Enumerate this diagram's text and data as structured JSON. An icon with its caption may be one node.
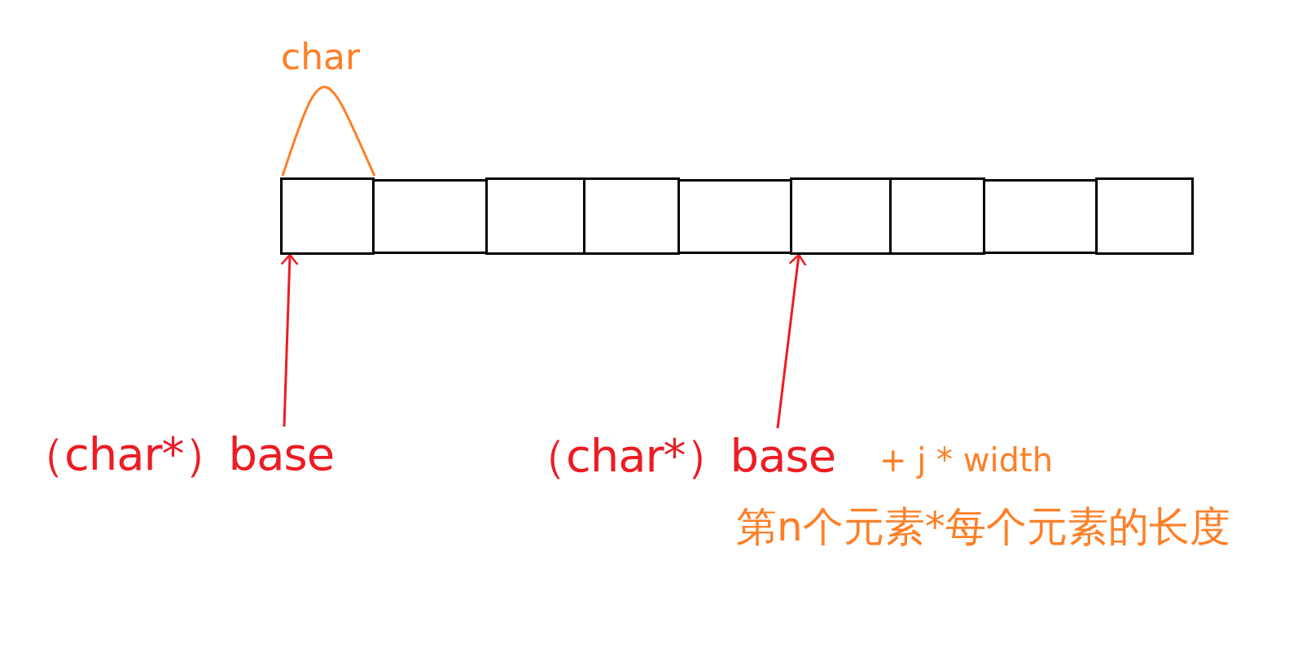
{
  "diagram": {
    "nodes": [
      {
        "text": [],
        "shape": "box"
      },
      {
        "text": [],
        "shape": "box"
      },
      {
        "text": [],
        "shape": "box"
      },
      {
        "text": [],
        "shape": "box"
      },
      {
        "text": [],
        "shape": "box"
      },
      {
        "text": [],
        "shape": "box"
      },
      {
        "text": [],
        "shape": "box"
      },
      {
        "text": [],
        "shape": "box"
      },
      {
        "text": [],
        "shape": "box"
      },
      {
        "text": [
          "（char*）base"
        ]
      },
      {
        "text": [
          "（char*）base"
        ],
        "beside": [
          "+ j * width",
          "第n个元素*每个元素的长度"
        ]
      }
    ],
    "edges": [
      {
        "from": 9,
        "to": 0,
        "arrow": "to",
        "color": "#ed1c24"
      },
      {
        "from": 10,
        "to": 5,
        "arrow": "to",
        "color": "#ed1c24"
      }
    ],
    "labels": [
      "char"
    ]
  }
}
